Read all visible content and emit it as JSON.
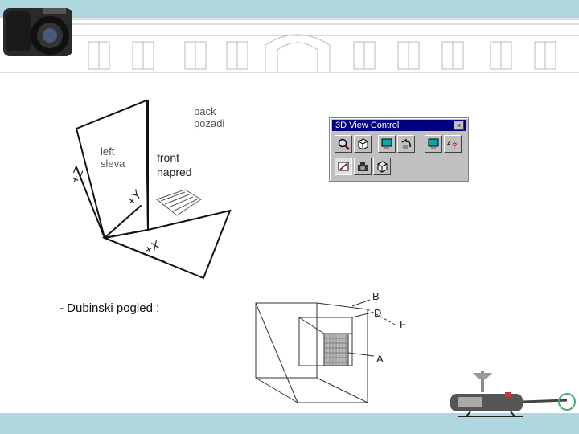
{
  "slide": {
    "diagram_left": {
      "axis_z": "+Z",
      "axis_y": "+Y",
      "axis_x": "+X",
      "back_label_1": "back",
      "back_label_2": "pozadi",
      "left_label_1": "left",
      "left_label_2": "sleva",
      "front_label_1": "front",
      "front_label_2": "napred"
    },
    "view_control": {
      "title": "3D View Control",
      "close": "×"
    },
    "caption": {
      "prefix": "- ",
      "word1": "Dubinski",
      "word2": "pogled",
      "suffix": " :"
    },
    "diagram_right": {
      "label_b": "B",
      "label_d": "D",
      "label_f": "F",
      "label_a": "A"
    }
  },
  "colors": {
    "band": "#aed7df",
    "title_bar": "#000080",
    "panel": "#c0c0c0"
  }
}
